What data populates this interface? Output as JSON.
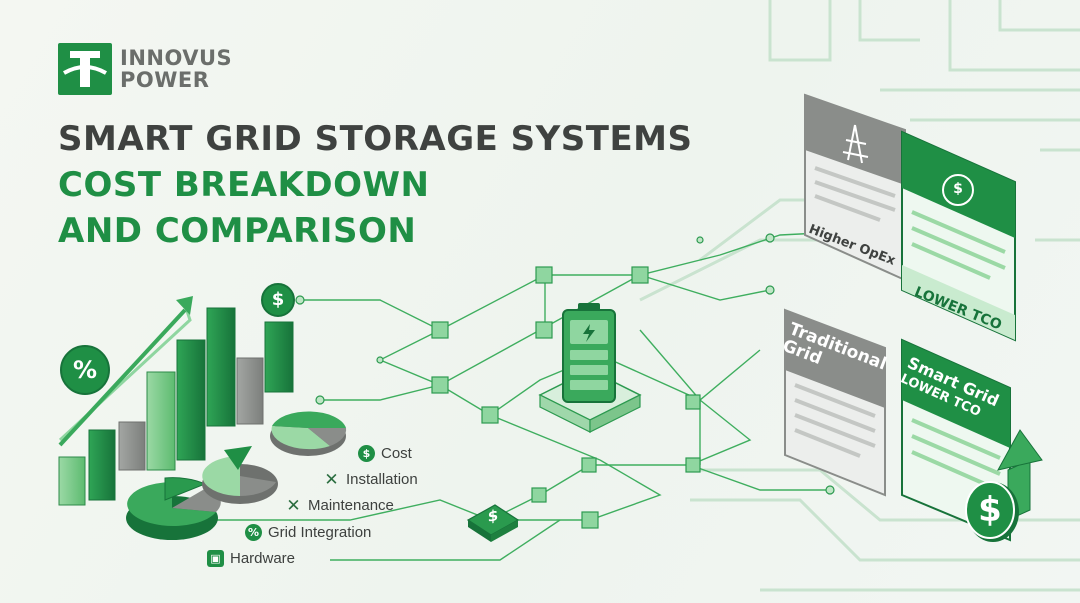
{
  "brand": {
    "logo_line1": "INNOVUS",
    "logo_line2": "POWER"
  },
  "title": {
    "line1": "SMART GRID STORAGE SYSTEMS",
    "line2": "COST BREAKDOWN",
    "line3": "AND COMPARISON"
  },
  "legend": [
    {
      "icon": "dollar-icon",
      "label": "Cost"
    },
    {
      "icon": "wrench-icon",
      "label": "Installation"
    },
    {
      "icon": "tools-icon",
      "label": "Maintenance"
    },
    {
      "icon": "percent-icon",
      "label": "Grid Integration"
    },
    {
      "icon": "lock-icon",
      "label": "Hardware"
    }
  ],
  "comparison_top": {
    "left_label": "Higher OpEx",
    "right_label": "LOWER TCO"
  },
  "comparison_bottom": {
    "left_label_line1": "Traditional",
    "left_label_line2": "Grid",
    "right_label_line1": "Smart Grid",
    "right_label_line2": "LOWER TCO"
  },
  "badges": {
    "percent": "%",
    "dollar": "$"
  },
  "colors": {
    "brand_green": "#1f8f45",
    "light_green": "#8fd19a",
    "gray": "#8a8d8a",
    "dark_text": "#3f4240"
  }
}
